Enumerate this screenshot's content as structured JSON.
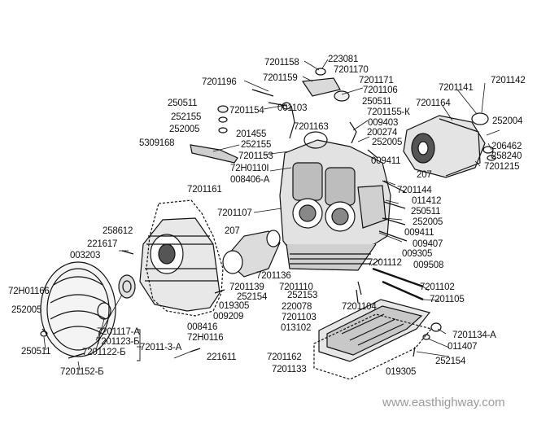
{
  "labels": {
    "l7201158": "7201158",
    "l223081": "223081",
    "l7201170": "7201170",
    "l7201159": "7201159",
    "l7201171": "7201171",
    "l7201196": "7201196",
    "l7201106": "7201106",
    "l7201142": "7201142",
    "l7201141": "7201141",
    "l250511_a": "250511",
    "l7201154": "7201154",
    "l001103": "001103",
    "l250511_b": "250511",
    "l7201164": "7201164",
    "l252155_a": "252155",
    "l7201155K": "7201155-К",
    "l252004": "252004",
    "l252005_a": "252005",
    "l7201163": "7201163",
    "l009403": "009403",
    "l201455": "201455",
    "l200274": "200274",
    "l5309168": "5309168",
    "l252155_b": "252155",
    "l252005_b": "252005",
    "l206462": "206462",
    "l7201153": "7201153",
    "l009411_a": "009411",
    "l258240": "258240",
    "l72H0110": "72Н0110І",
    "l7201215": "7201215",
    "l008406A": "008406-А",
    "l207_a": "207",
    "l7201144": "7201144",
    "l7201161": "7201161",
    "l011412": "011412",
    "l7201107": "7201107",
    "l250511_c": "250511",
    "l252005_c": "252005",
    "l258612": "258612",
    "l207_b": "207",
    "l009411_b": "009411",
    "l221617": "221617",
    "l009407": "009407",
    "l003203": "003203",
    "l009305_a": "009305",
    "l7201136": "7201136",
    "l7201112": "7201112",
    "l009508": "009508",
    "l7201139": "7201139",
    "l7201110": "7201110",
    "l7201102": "7201102",
    "l72H01166": "72Н01166",
    "l252154_a": "252154",
    "l252153": "252153",
    "l019305_a": "019305",
    "l7201105": "7201105",
    "l252005_d": "252005",
    "l009209": "009209",
    "l220078": "220078",
    "l7201104": "7201104",
    "l008416": "008416",
    "l7201103": "7201103",
    "l72H0116": "72Н0116",
    "l013102": "013102",
    "l7201117A": "7201117-А",
    "l7201134A": "7201134-А",
    "l7201123B": "7201123-Б",
    "l72011_3A": "72011-3-А",
    "l011407": "011407",
    "l250511_d": "250511",
    "l7201122B": "7201122-Б",
    "l221611": "221611",
    "l7201162": "7201162",
    "l252154_b": "252154",
    "l7201152B": "7201152-Б",
    "l7201133": "7201133",
    "l019305_b": "019305"
  },
  "watermark": "www.easthighway.com"
}
